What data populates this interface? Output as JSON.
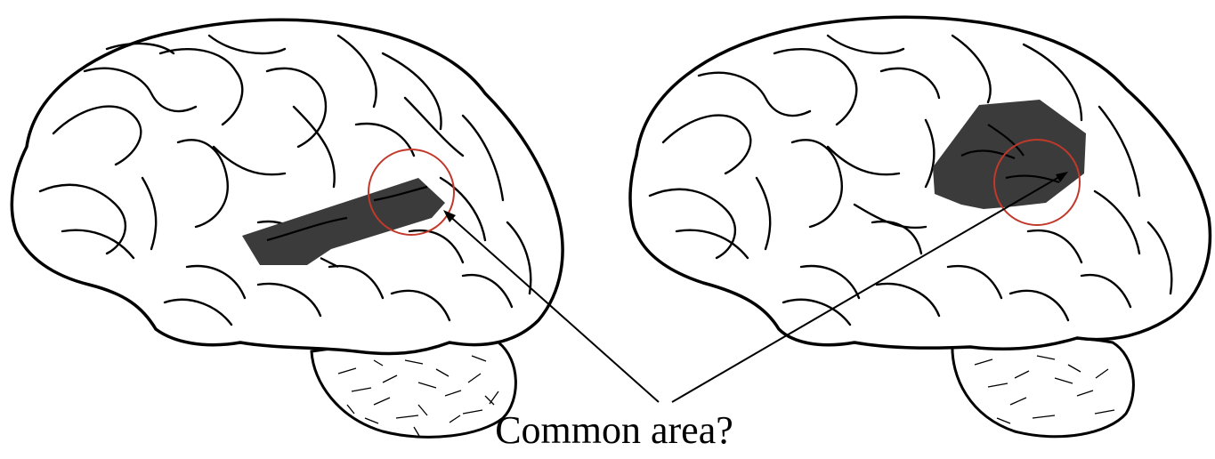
{
  "caption": "Common area?",
  "colors": {
    "background": "#ffffff",
    "outline": "#000000",
    "shaded_region": "#3b3b3b",
    "highlight_circle": "#c0392b",
    "pointer_line": "#000000"
  },
  "figures": [
    {
      "name": "left-brain",
      "shaded_region": "band"
    },
    {
      "name": "right-brain",
      "shaded_region": "patch"
    }
  ]
}
